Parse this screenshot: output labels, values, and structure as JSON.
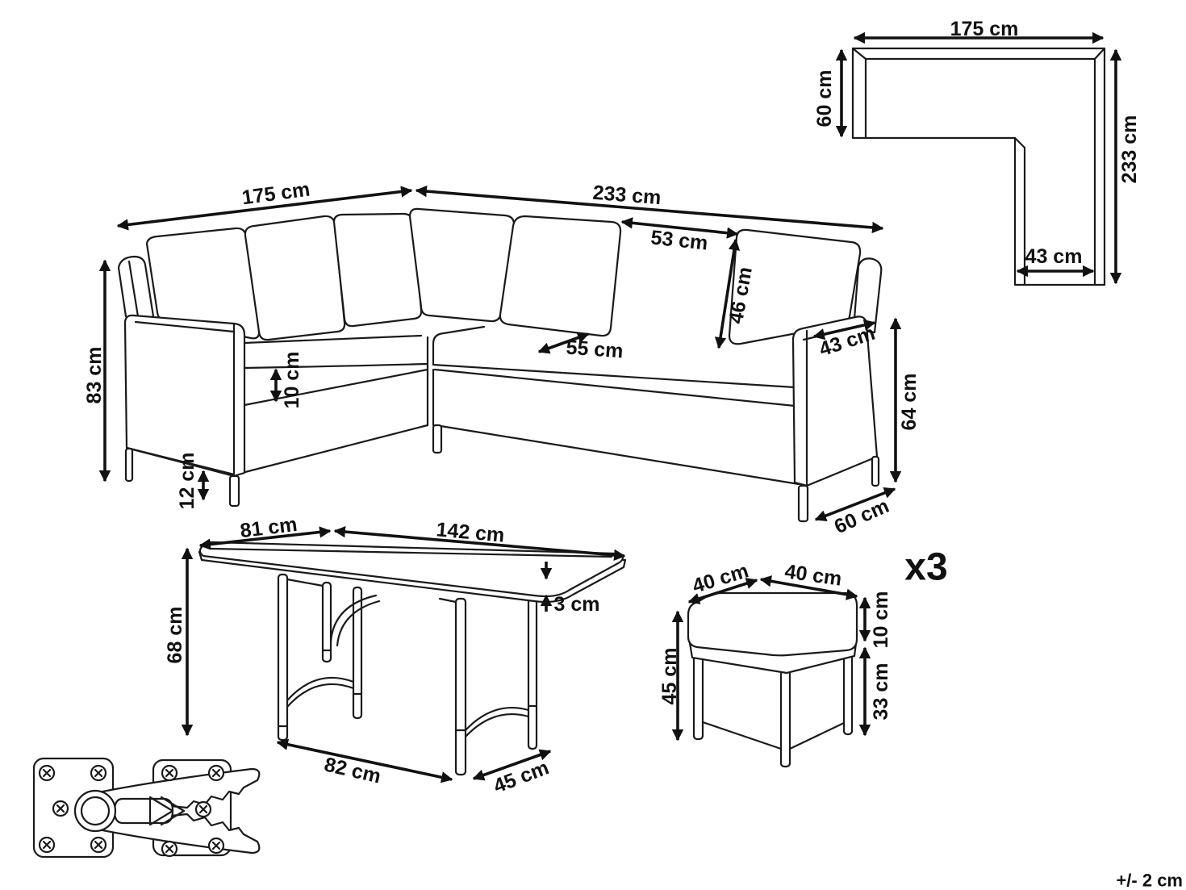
{
  "colors": {
    "line": "#1a1a1a",
    "background": "#ffffff"
  },
  "icons": {
    "screw": "screw-icon",
    "clip": "connector-clip-icon"
  },
  "plan_view": {
    "top_width": "175 cm",
    "left_depth": "60 cm",
    "right_length": "233 cm",
    "bottom_width": "43 cm"
  },
  "sofa": {
    "left_width": "175 cm",
    "right_width": "233 cm",
    "cushion_width": "53 cm",
    "cushion_height": "46 cm",
    "total_height": "83 cm",
    "seat_thickness": "10 cm",
    "seat_depth": "55 cm",
    "arm_width": "43 cm",
    "arm_height": "64 cm",
    "leg_height": "12 cm",
    "depth": "60 cm"
  },
  "table": {
    "width": "81 cm",
    "length": "142 cm",
    "height": "68 cm",
    "top_thickness": "3 cm",
    "leg_span_length": "82 cm",
    "leg_span_width": "45 cm"
  },
  "stool": {
    "width": "40 cm",
    "depth": "40 cm",
    "quantity": "x3",
    "cushion_height": "10 cm",
    "total_height": "45 cm",
    "base_height": "33 cm"
  },
  "tolerance": "+/- 2 cm"
}
